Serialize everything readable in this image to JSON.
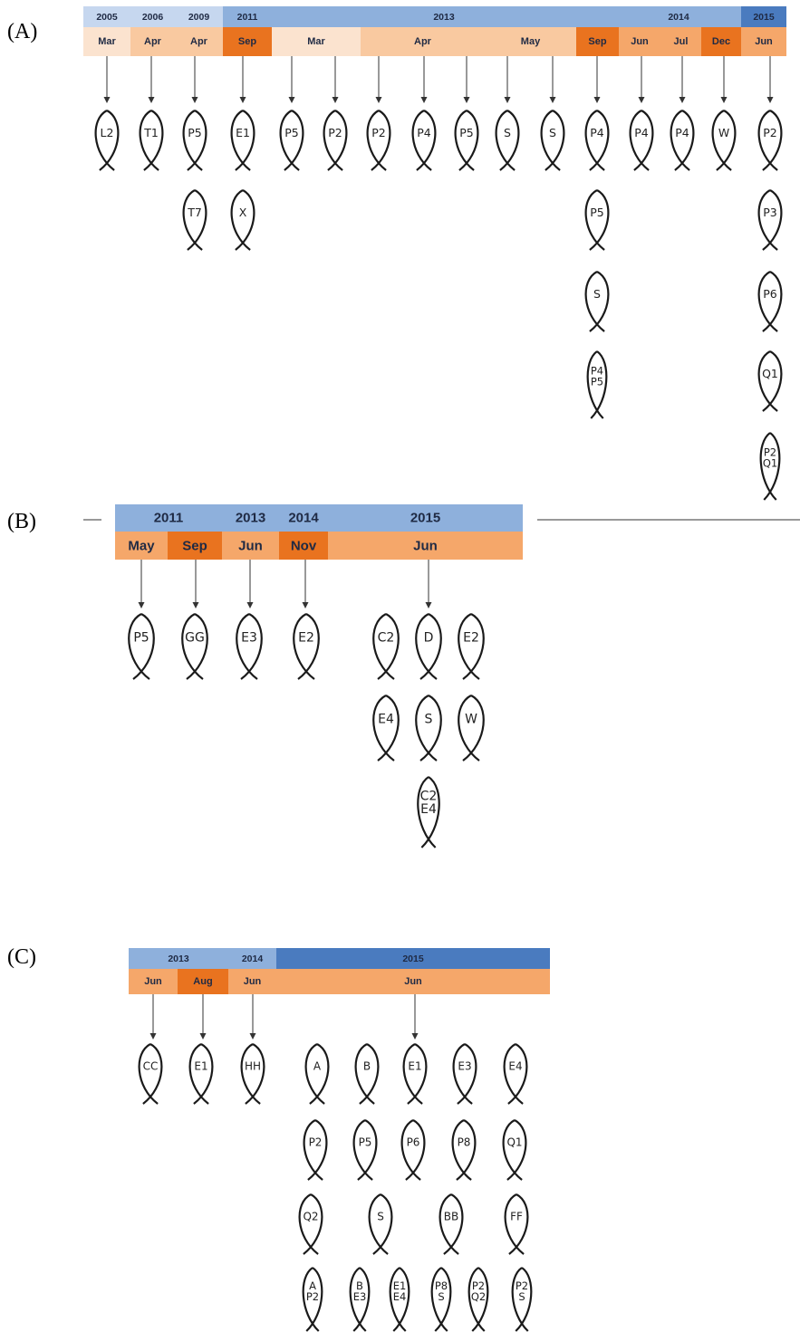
{
  "colors": {
    "year_light": "#c6d7ef",
    "year_mid": "#8eb0dc",
    "year_dark": "#4a7bbf",
    "month_pale": "#fbe3cf",
    "month_light": "#f9c9a0",
    "month_mid": "#f5a76a",
    "month_dark": "#e9731f"
  },
  "panels": [
    {
      "label": "(A)",
      "years": [
        {
          "text": "2005",
          "shade": "light"
        },
        {
          "text": "2006",
          "shade": "light"
        },
        {
          "text": "2009",
          "shade": "light"
        },
        {
          "text": "2011",
          "shade": "mid"
        },
        {
          "text": "2013",
          "shade": "mid"
        },
        {
          "text": "2014",
          "shade": "mid"
        },
        {
          "text": "2015",
          "shade": "dark"
        }
      ],
      "months": [
        {
          "text": "Mar",
          "shade": "pale"
        },
        {
          "text": "Apr",
          "shade": "light"
        },
        {
          "text": "Apr",
          "shade": "light"
        },
        {
          "text": "Sep",
          "shade": "dark"
        },
        {
          "text": "Mar",
          "shade": "pale"
        },
        {
          "text": "Apr",
          "shade": "light"
        },
        {
          "text": "May",
          "shade": "light"
        },
        {
          "text": "Sep",
          "shade": "dark"
        },
        {
          "text": "Jun",
          "shade": "mid"
        },
        {
          "text": "Jul",
          "shade": "mid"
        },
        {
          "text": "Dec",
          "shade": "dark"
        },
        {
          "text": "Jun",
          "shade": "mid"
        }
      ],
      "fish_columns": [
        {
          "labels": [
            "L2"
          ]
        },
        {
          "labels": [
            "T1"
          ]
        },
        {
          "labels": [
            "P5",
            "T7"
          ]
        },
        {
          "labels": [
            "E1",
            "X"
          ]
        },
        {
          "labels": [
            "P5"
          ]
        },
        {
          "labels": [
            "P2"
          ]
        },
        {
          "labels": [
            "P2"
          ]
        },
        {
          "labels": [
            "P4"
          ]
        },
        {
          "labels": [
            "P5"
          ]
        },
        {
          "labels": [
            "S"
          ]
        },
        {
          "labels": [
            "S"
          ]
        },
        {
          "labels": [
            "P4",
            "P5",
            "S",
            "P4\nP5"
          ]
        },
        {
          "labels": [
            "P4"
          ]
        },
        {
          "labels": [
            "P4"
          ]
        },
        {
          "labels": [
            "W"
          ]
        },
        {
          "labels": [
            "P2",
            "P3",
            "P6",
            "Q1",
            "P2\nQ1"
          ]
        }
      ]
    },
    {
      "label": "(B)",
      "years": [
        {
          "text": "2011"
        },
        {
          "text": "2013"
        },
        {
          "text": "2014"
        },
        {
          "text": "2015"
        }
      ],
      "months": [
        {
          "text": "May",
          "shade": "mid"
        },
        {
          "text": "Sep",
          "shade": "dark"
        },
        {
          "text": "Jun",
          "shade": "mid"
        },
        {
          "text": "Nov",
          "shade": "dark"
        },
        {
          "text": "Jun",
          "shade": "mid"
        }
      ],
      "fish_grid": [
        [
          "P5",
          "GG",
          "E3",
          "E2",
          "C2",
          "D",
          "E2"
        ],
        [
          "",
          "",
          "",
          "",
          "E4",
          "S",
          "W"
        ],
        [
          "",
          "",
          "",
          "",
          "",
          "C2\nE4",
          ""
        ]
      ]
    },
    {
      "label": "(C)",
      "years": [
        {
          "text": "2013"
        },
        {
          "text": "2014"
        },
        {
          "text": "2015"
        }
      ],
      "months": [
        {
          "text": "Jun",
          "shade": "mid"
        },
        {
          "text": "Aug",
          "shade": "dark"
        },
        {
          "text": "Jun",
          "shade": "mid"
        },
        {
          "text": "Jun",
          "shade": "mid"
        }
      ],
      "fish_rows": [
        [
          "CC",
          "E1",
          "HH",
          "A",
          "B",
          "E1",
          "E3",
          "E4"
        ],
        [
          "P2",
          "P5",
          "P6",
          "P8",
          "Q1"
        ],
        [
          "Q2",
          "S",
          "BB",
          "FF"
        ],
        [
          "A\nP2",
          "B\nE3",
          "E1\nE4",
          "P8\nS",
          "P2\nQ2",
          "P2\nS"
        ]
      ]
    }
  ]
}
